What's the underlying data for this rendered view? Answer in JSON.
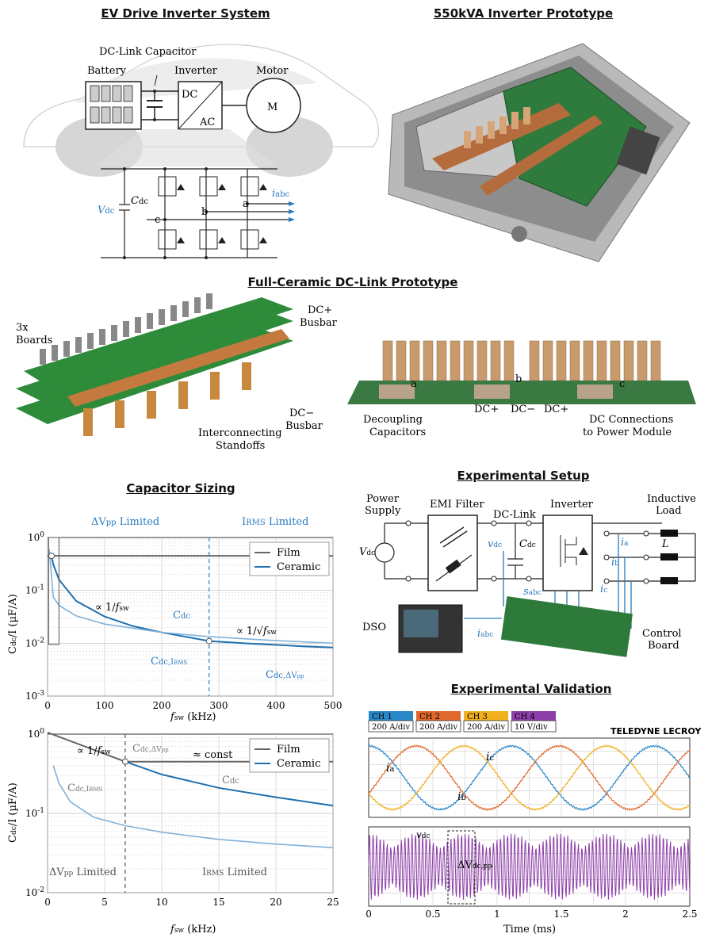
{
  "titles": {
    "ev_system": "EV Drive Inverter System",
    "prototype_550": "550kVA Inverter Prototype",
    "dclink_proto": "Full-Ceramic DC-Link Prototype",
    "cap_sizing": "Capacitor Sizing",
    "exp_setup": "Experimental Setup",
    "exp_validation": "Experimental Validation"
  },
  "ev": {
    "dc_link_capacitor": "DC-Link Capacitor",
    "battery": "Battery",
    "inverter": "Inverter",
    "motor": "Motor",
    "motor_symbol": "M",
    "dc": "DC",
    "ac": "AC",
    "vdc": "V",
    "vdc_sub": "dc",
    "cdc": "C",
    "cdc_sub": "dc",
    "iabc": "i",
    "iabc_sub": "abc",
    "leg_a": "a",
    "leg_b": "b",
    "leg_c": "c"
  },
  "dclink": {
    "boards": "3x\nBoards",
    "dc_plus_busbar": "DC+\nBusbar",
    "dc_minus_busbar": "DC−\nBusbar",
    "standoffs": "Interconnecting\nStandoffs",
    "decoupling": "Decoupling\nCapacitors",
    "dcp1": "DC+",
    "dcm": "DC−",
    "dcp2": "DC+",
    "dc_conn": "DC Connections\nto Power Module",
    "a": "a",
    "b": "b",
    "c": "c"
  },
  "setup": {
    "power_supply": "Power\nSupply",
    "emi_filter": "EMI Filter",
    "dc_link": "DC-Link",
    "inverter": "Inverter",
    "inductive_load": "Inductive\nLoad",
    "L": "L",
    "vdc": "V",
    "vdc_sub": "dc",
    "vdc2": "v",
    "vdc2_sub": "dc",
    "cdc": "C",
    "cdc_sub": "dc",
    "ia": "i",
    "ia_sub": "a",
    "ib": "i",
    "ib_sub": "b",
    "ic": "i",
    "ic_sub": "c",
    "sabc": "s",
    "sabc_sub": "abc",
    "iabc": "i",
    "iabc_sub": "abc",
    "dso": "DSO",
    "control_board": "Control\nBoard"
  },
  "colors": {
    "film": "#666666",
    "ceramic": "#1f6fae",
    "ceramic_rms": "#7fb2dc",
    "ch1": "#2b88c8",
    "ch2": "#e0682c",
    "ch3": "#f0b020",
    "ch4": "#8d3ea8",
    "blue_text": "#2a7bbf"
  },
  "chart_data": [
    {
      "type": "line",
      "title": "Capacitor Sizing",
      "xlabel": "f_sw (kHz)",
      "ylabel": "C_dc / I (µF/A)",
      "yscale": "log",
      "xlim": [
        0,
        500
      ],
      "ylim": [
        0.001,
        1
      ],
      "x_ticks": [
        "0",
        "100",
        "200",
        "300",
        "400",
        "500"
      ],
      "y_ticks": [
        "10^-3",
        "10^-2",
        "10^-1",
        "10^0"
      ],
      "grid": true,
      "legend": "top-right",
      "regions": [
        {
          "label": "ΔV_pp Limited",
          "from": 0,
          "to": 283
        },
        {
          "label": "I_RMS Limited",
          "from": 283,
          "to": 500
        }
      ],
      "series": [
        {
          "name": "Film",
          "x": [
            0,
            500
          ],
          "y": [
            0.45,
            0.45
          ]
        },
        {
          "name": "Ceramic",
          "x": [
            7,
            10,
            20,
            50,
            100,
            150,
            200,
            283,
            350,
            400,
            450,
            500
          ],
          "y": [
            0.45,
            0.31,
            0.16,
            0.063,
            0.032,
            0.021,
            0.016,
            0.011,
            0.0099,
            0.0093,
            0.0087,
            0.0083
          ]
        },
        {
          "name": "",
          "x": [
            3,
            10,
            20,
            50,
            100,
            200,
            283,
            400,
            500
          ],
          "y": [
            0.6,
            0.075,
            0.052,
            0.033,
            0.023,
            0.016,
            0.0133,
            0.0112,
            0.01
          ]
        }
      ],
      "annotations": [
        "∝ 1/f_sw",
        "C_dc",
        "∝ 1/√f_sw",
        "C_dc,I_RMS",
        "C_dc,ΔV_pp"
      ]
    },
    {
      "type": "line",
      "xlabel": "f_sw (kHz)",
      "ylabel": "C_dc / I (µF/A)",
      "yscale": "log",
      "xlim": [
        0,
        25
      ],
      "ylim": [
        0.01,
        1
      ],
      "x_ticks": [
        "0",
        "5",
        "10",
        "15",
        "20",
        "25"
      ],
      "y_ticks": [
        "10^-2",
        "10^-1",
        "10^0"
      ],
      "grid": true,
      "legend": "top-right",
      "regions": [
        {
          "label": "ΔV_pp Limited",
          "from": 0,
          "to": 6.8
        },
        {
          "label": "I_RMS Limited",
          "from": 6.8,
          "to": 25
        }
      ],
      "series": [
        {
          "name": "Film",
          "x": [
            0,
            6.8,
            25
          ],
          "y": [
            1.05,
            0.45,
            0.45
          ]
        },
        {
          "name": "Ceramic",
          "x": [
            6.8,
            10,
            15,
            20,
            25
          ],
          "y": [
            0.45,
            0.31,
            0.21,
            0.16,
            0.125
          ]
        },
        {
          "name": "",
          "x": [
            0.5,
            1,
            2,
            4,
            6.8,
            10,
            15,
            20,
            25
          ],
          "y": [
            0.4,
            0.24,
            0.14,
            0.09,
            0.07,
            0.058,
            0.047,
            0.041,
            0.037
          ]
        }
      ],
      "annotations": [
        "∝ 1/f_sw",
        "C_dc,ΔV_pp",
        "≈ const",
        "C_dc",
        "C_dc,I_RMS"
      ]
    },
    {
      "type": "line",
      "title": "Experimental Validation",
      "xlabel": "Time (ms)",
      "xlim": [
        0,
        2.5
      ],
      "x_ticks": [
        "0",
        "0.5",
        "1",
        "1.5",
        "2",
        "2.5"
      ],
      "brand": "TELEDYNE LECROY",
      "channels": [
        {
          "name": "CH 1",
          "scale": "200 A/div"
        },
        {
          "name": "CH 2",
          "scale": "200 A/div"
        },
        {
          "name": "CH 3",
          "scale": "200 A/div"
        },
        {
          "name": "CH 4",
          "scale": "10 V/div"
        }
      ],
      "series": [
        {
          "name": "i_a",
          "amplitude_div": 2.4,
          "phase_deg": 90
        },
        {
          "name": "i_b",
          "amplitude_div": 2.4,
          "phase_deg": -30
        },
        {
          "name": "i_c",
          "amplitude_div": 2.4,
          "phase_deg": 210
        },
        {
          "name": "v_dc",
          "amplitude_div": 2.3
        }
      ],
      "frequency_hz": 900,
      "annotations": [
        "i_a",
        "i_b",
        "i_c",
        "v_dc",
        "ΔV_dc,pp"
      ]
    }
  ]
}
